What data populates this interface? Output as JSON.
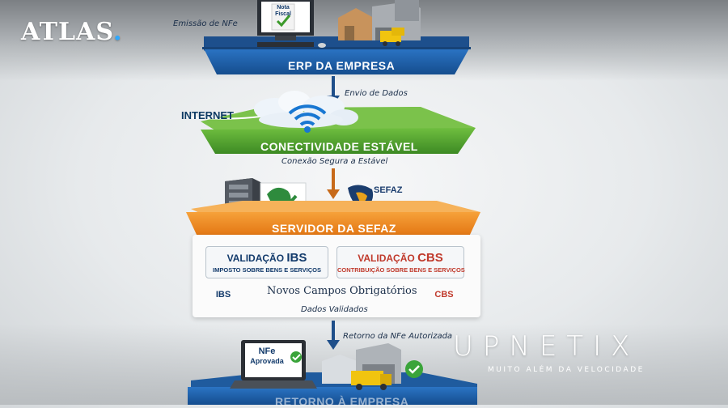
{
  "brand": {
    "atlas": "ATLAS",
    "atlas_dot": ".",
    "upnetix": "UPNETIX",
    "upnetix_tagline": "MUITO ALÉM DA VELOCIDADE"
  },
  "labels": {
    "emissao": "Emissão de NFe",
    "nota_fiscal": "Nota Fiscal",
    "erp": "ERP DA EMPRESA",
    "envio": "Envio de Dados",
    "internet": "INTERNET",
    "conectividade": "CONECTIVIDADE ESTÁVEL",
    "conexao": "Conexão Segura a Estável",
    "sefaz_logo": "SEFAZ",
    "servidor": "SERVIDOR DA SEFAZ",
    "ibs_title_a": "VALIDAÇÃO",
    "ibs_title_b": "IBS",
    "ibs_sub": "IMPOSTO SOBRE BENS E SERVIÇOS",
    "cbs_title_a": "VALIDAÇÃO",
    "cbs_title_b": "CBS",
    "cbs_sub": "CONTRIBUIÇÃO SOBRE BENS E SERVIÇOS",
    "ibs_clip": "IBS",
    "cbs_clip": "CBS",
    "novos_campos": "Novos Campos Obrigatórios",
    "validados": "Dados Validados",
    "retorno": "Retorno da NFe Autorizada",
    "nfe": "NFe",
    "aprovada": "Aprovada",
    "retorno_band": "RETORNO À EMPRESA"
  },
  "colors": {
    "blue": "#1d5fa8",
    "green": "#4f9e2e",
    "orange": "#ee8a1e",
    "ibs": "#123a6b",
    "cbs": "#c0392b"
  }
}
